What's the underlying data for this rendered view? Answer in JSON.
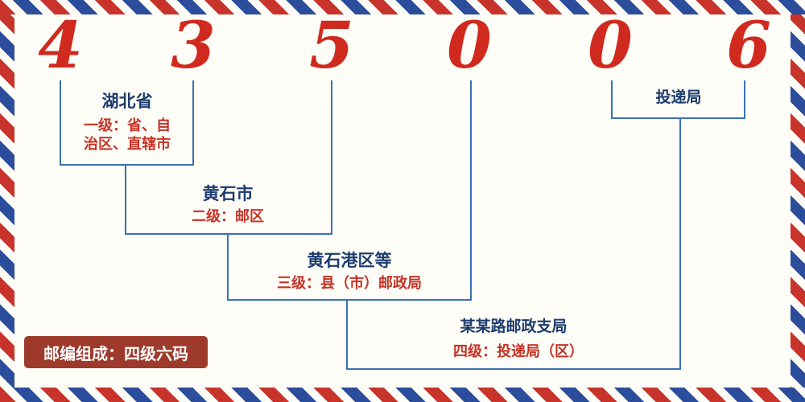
{
  "postal": {
    "digits": [
      "4",
      "3",
      "5",
      "0",
      "0",
      "6"
    ]
  },
  "levels": {
    "level1": {
      "name": "湖北省",
      "desc_line1": "一级：省、自",
      "desc_line2": "治区、直辖市"
    },
    "level2": {
      "name": "黄石市",
      "desc": "二级：邮区"
    },
    "level3": {
      "name": "黄石港区等",
      "desc": "三级：县（市）邮政局"
    },
    "level4": {
      "name": "某某路邮政支局",
      "desc": "四级：投递局（区）"
    },
    "delivery": {
      "name": "投递局"
    }
  },
  "footer": {
    "composition": "邮编组成：四级六码"
  },
  "colors": {
    "digit_red": "#d02a1e",
    "label_navy": "#1d3c6e",
    "desc_red": "#c53326",
    "line_blue": "#3a72b5",
    "badge_bg": "#9e3a2c",
    "border_red": "#c8332b",
    "border_blue": "#2b4d9b"
  }
}
